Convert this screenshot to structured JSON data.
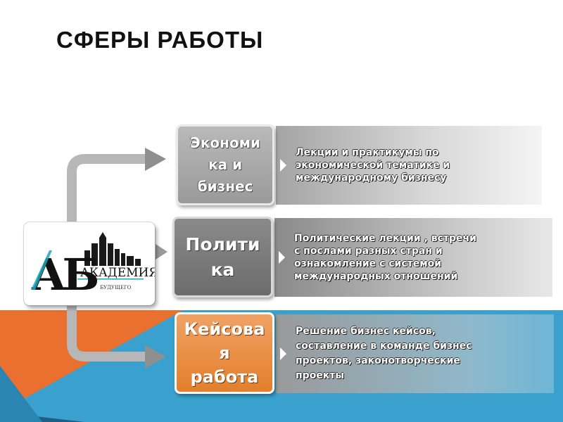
{
  "title": "СФЕРЫ РАБОТЫ",
  "logo": {
    "initials": "АБ",
    "name": "АКАДЕМИЯ",
    "subtitle": "БУДУЩЕГО"
  },
  "items": [
    {
      "category": "Экономи\nка и\nбизнес",
      "description": "Лекции и практикумы по\nэкономической тематике и\nмеждународному бизнесу"
    },
    {
      "category": "Полити\nка",
      "description": "Политические лекции , встречи\nс послами разных стран и\nознакомление с системой\nмеждународных отношений"
    },
    {
      "category": "Кейсова\nя\nработа",
      "description": "Решение бизнес кейсов,\nсоставление в команде бизнес\nпроектов, законотворческие\nпроекты"
    }
  ],
  "colors": {
    "orange": "#e9702f",
    "blue": "#3aa1cf",
    "dark_blue": "#1f5e86",
    "arrow_gray": "#b7b7b7",
    "logo_teal": "#1ea4b8"
  }
}
